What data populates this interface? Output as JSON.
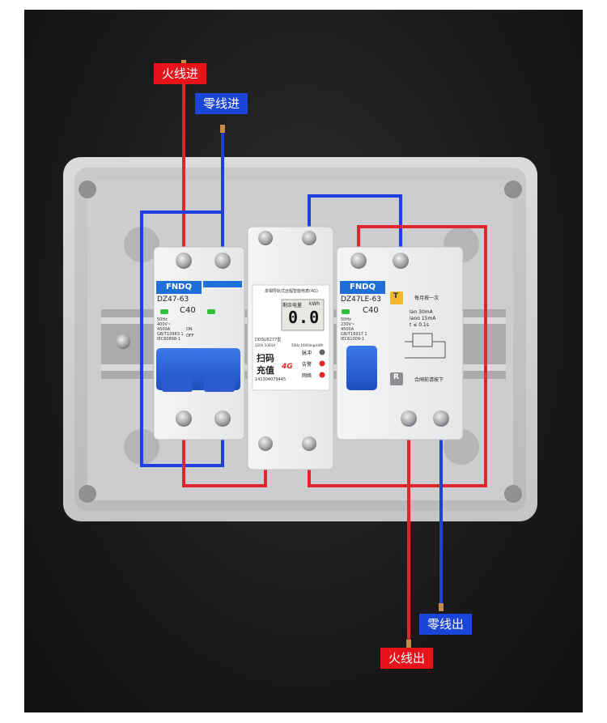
{
  "labels": {
    "live_in": "火线进",
    "neutral_in": "零线进",
    "neutral_out": "零线出",
    "live_out": "火线出"
  },
  "breaker_left": {
    "brand": "FNDQ",
    "model": "DZ47-63",
    "rating": "C40",
    "spec_lines": [
      "50Hz",
      "400V~",
      "4500A",
      "GB/T10963.1",
      "IEC60898-1"
    ],
    "on_label": "ON",
    "off_label": "OFF"
  },
  "meter": {
    "header": "单相导轨式远程智能电表(4G)",
    "remaining_label": "剩余电量",
    "unit": "kWh",
    "reading": "0.0",
    "model": "DDSU6277型",
    "voltage_current": "220V  5(60)A",
    "freq_const": "50Hz  1600imp/kWh",
    "scan_line1": "扫码",
    "scan_line2": "充值",
    "net_badge": "4G",
    "serial": "141304079445",
    "ind_pulse": "脉冲",
    "ind_alarm": "告警",
    "ind_network": "网络"
  },
  "breaker_right": {
    "brand": "FNDQ",
    "model": "DZ47LE-63",
    "rating": "C40",
    "spec_lines": [
      "50Hz",
      "230V~",
      "4500A",
      "GB/T16917.1",
      "IEC61009-1"
    ],
    "test_note": "每月按一次",
    "spec_ian": "Ian  30mA",
    "spec_iano": "Iano 15mA",
    "spec_t": "t ≤ 0.1s",
    "reset_note": "合闸前请按下",
    "test_key": "T",
    "reset_key": "R"
  },
  "colors": {
    "live": "#e0262b",
    "neutral": "#1f3fe0",
    "label_red": "#e8121a",
    "label_blue": "#1b44d8",
    "brand_blue": "#1f6fd6",
    "breaker_blue": "#2a63d6",
    "enclosure": "#cfd1d2"
  }
}
